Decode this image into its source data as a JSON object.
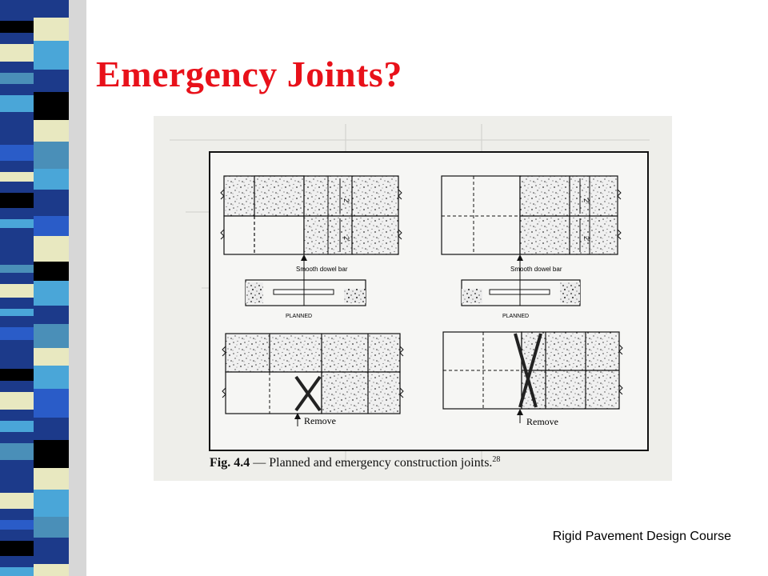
{
  "slide": {
    "title": "Emergency Joints?",
    "footer": "Rigid Pavement Design Course"
  },
  "figure": {
    "caption_prefix": "Fig. 4.4",
    "caption_text": " — Planned and emergency construction joints.",
    "caption_ref": "28",
    "dowel_label": "Smooth dowel bar",
    "planned_label": "PLANNED",
    "remove_label": "Remove",
    "spacing_label": "2'"
  },
  "colors": {
    "title": "#e8111a",
    "stripe_palette": [
      "#1c3a8a",
      "#e8e8c0",
      "#4aa6d8",
      "#000000",
      "#4a8fb8",
      "#2a5cc8"
    ]
  }
}
